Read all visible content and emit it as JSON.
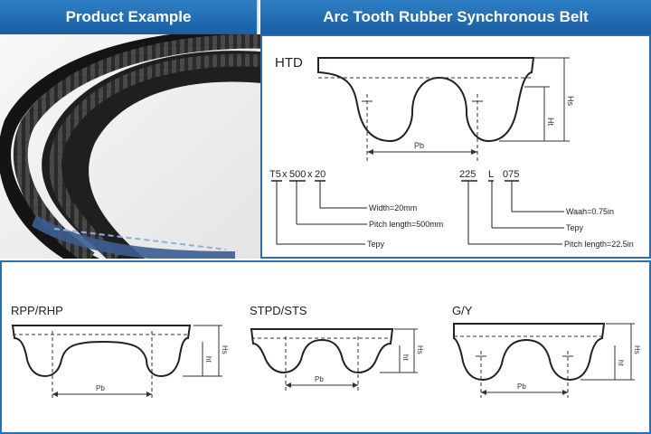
{
  "header": {
    "left_title": "Product Example",
    "right_title": "Arc Tooth Rubber Synchronous Belt"
  },
  "htd": {
    "profile_name": "HTD",
    "dim_pb": "Pb",
    "dim_ht": "Ht",
    "dim_hs": "Hs",
    "code1": {
      "part_a": "T5",
      "sep_a": "x",
      "part_b": "500",
      "sep_b": "x",
      "part_c": "20"
    },
    "code2": {
      "part_a": "225",
      "part_b": "L",
      "part_c": "075"
    },
    "callouts_left": [
      "Width=20mm",
      "Pitch length=500mm",
      "Tepy"
    ],
    "callouts_right": [
      "Waah=0.75in",
      "Tepy",
      "Pitch length=22.5in"
    ]
  },
  "profiles": [
    {
      "name": "RPP/RHP",
      "pb": "Pb",
      "ht": "ht",
      "hs": "Hs"
    },
    {
      "name": "STPD/STS",
      "pb": "Pb",
      "ht": "ht",
      "hs": "Hs"
    },
    {
      "name": "G/Y",
      "pb": "Pb",
      "ht": "ht",
      "hs": "Hs"
    }
  ],
  "colors": {
    "header_blue": "#1a5ea3",
    "panel_border": "#2a6fb5",
    "belt_black": "#1a1a1a",
    "belt_band": "#3b5d8f"
  }
}
